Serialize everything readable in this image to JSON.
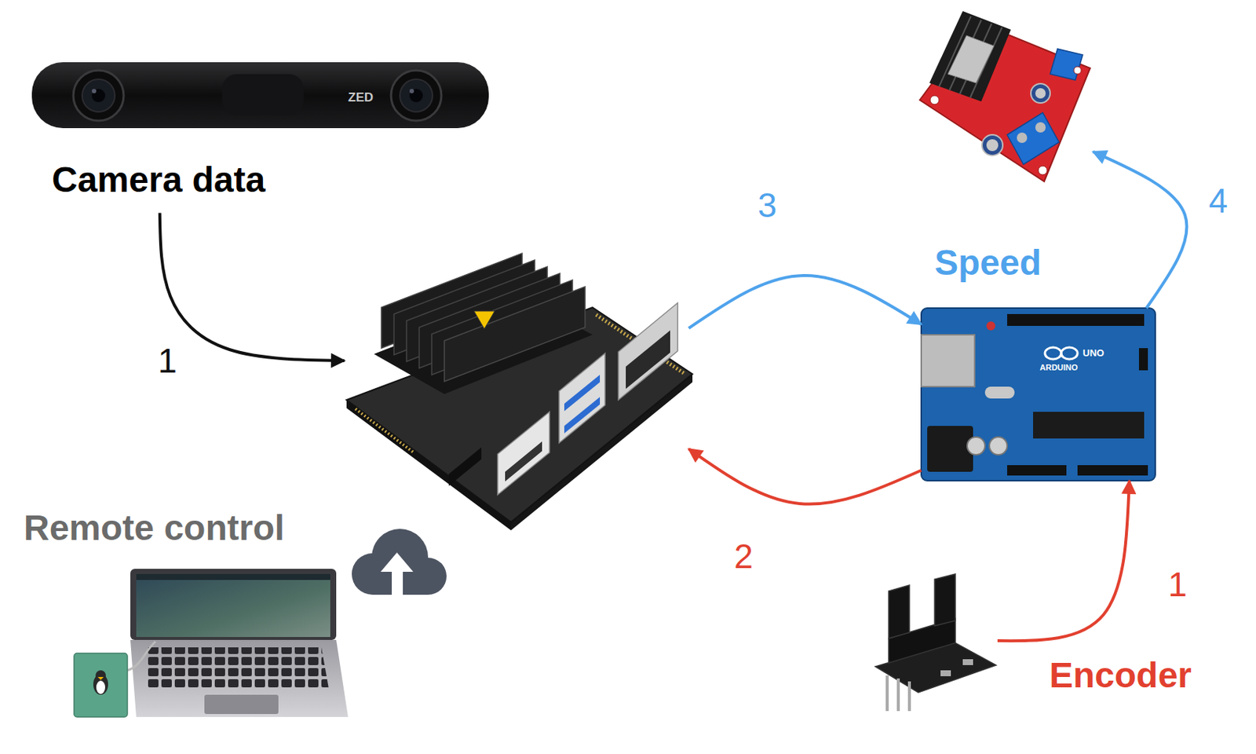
{
  "diagram": {
    "nodes": [
      {
        "text": [
          "ZED",
          "Camera data"
        ]
      },
      {
        "text": []
      },
      {
        "text": []
      },
      {
        "text": [
          "UNO",
          "ARDUINO"
        ]
      },
      {
        "text": [
          "Remote control"
        ]
      },
      {
        "text": [
          "Encoder"
        ]
      }
    ],
    "edges": [
      {
        "from": 0,
        "to": 2,
        "label": "1",
        "arrow": "to"
      },
      {
        "from": 2,
        "to": 3,
        "label": "3",
        "arrow": "to"
      },
      {
        "from": 3,
        "to": 2,
        "label": "2",
        "arrow": "to"
      },
      {
        "from": 3,
        "to": 1,
        "label": "4",
        "arrow": "to"
      },
      {
        "from": 5,
        "to": 3,
        "label": "1",
        "arrow": "to"
      }
    ],
    "labels": [
      "Speed"
    ]
  }
}
